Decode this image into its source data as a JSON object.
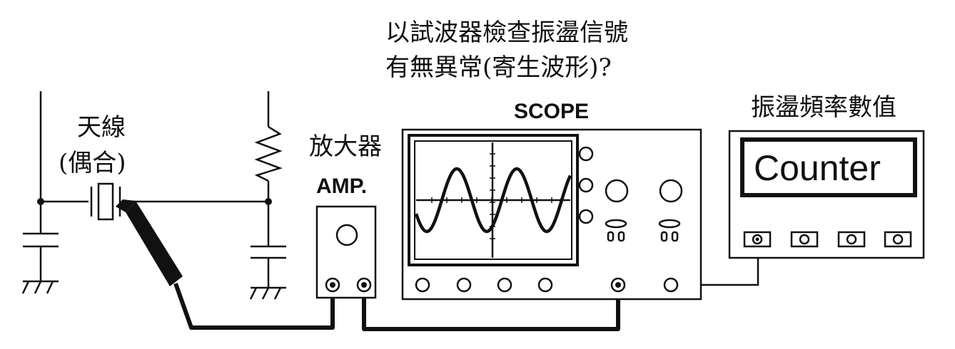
{
  "title_line1": "以試波器檢查振盪信號",
  "title_line2": "有無異常(寄生波形)?",
  "antenna_label_line1": "天線",
  "antenna_label_line2": "(偶合)",
  "amplifier_label": "放大器",
  "amp_tag": "AMP.",
  "scope_tag": "SCOPE",
  "counter_label": "振盪頻率數值",
  "counter_display": "Counter"
}
